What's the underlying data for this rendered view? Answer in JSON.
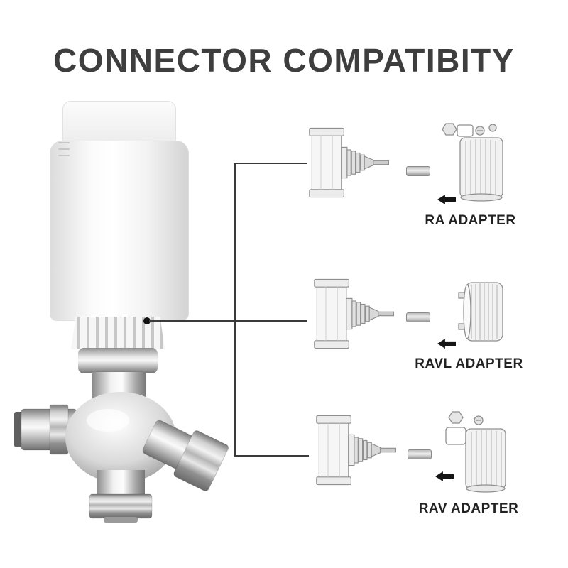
{
  "title": "CONNECTOR COMPATIBITY",
  "adapters": [
    {
      "label": "RA ADAPTER"
    },
    {
      "label": "RAVL ADAPTER"
    },
    {
      "label": "RAV ADAPTER"
    }
  ],
  "icons": {
    "arrow_left_icon": "◀",
    "connector_dot": "●"
  },
  "colors": {
    "background": "#ffffff",
    "title_text": "#3e3e3e",
    "connector_line": "#3a3a3a",
    "label_text": "#222222"
  }
}
